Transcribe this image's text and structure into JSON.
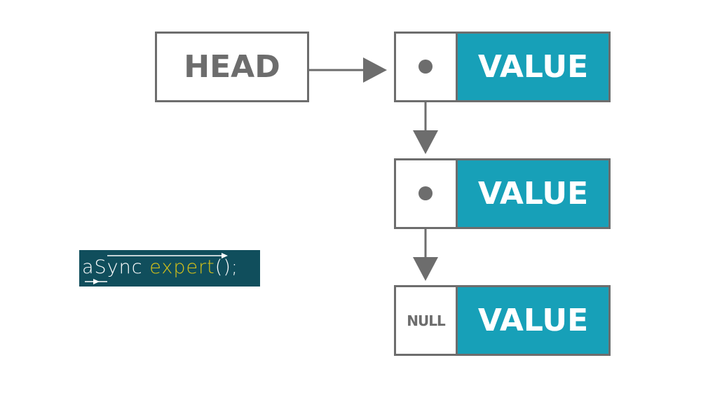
{
  "head": {
    "label": "HEAD"
  },
  "nodes": [
    {
      "pointer": "",
      "value": "VALUE"
    },
    {
      "pointer": "",
      "value": "VALUE"
    },
    {
      "pointer": "NULL",
      "value": "VALUE"
    }
  ],
  "logo": {
    "part1": "aSync",
    "part2": "expert",
    "part3": "();"
  },
  "colors": {
    "value_fill": "#17a0b8",
    "stroke": "#6d6d6d",
    "logo_bg": "#104e5c",
    "logo_accent": "#d8c317"
  }
}
